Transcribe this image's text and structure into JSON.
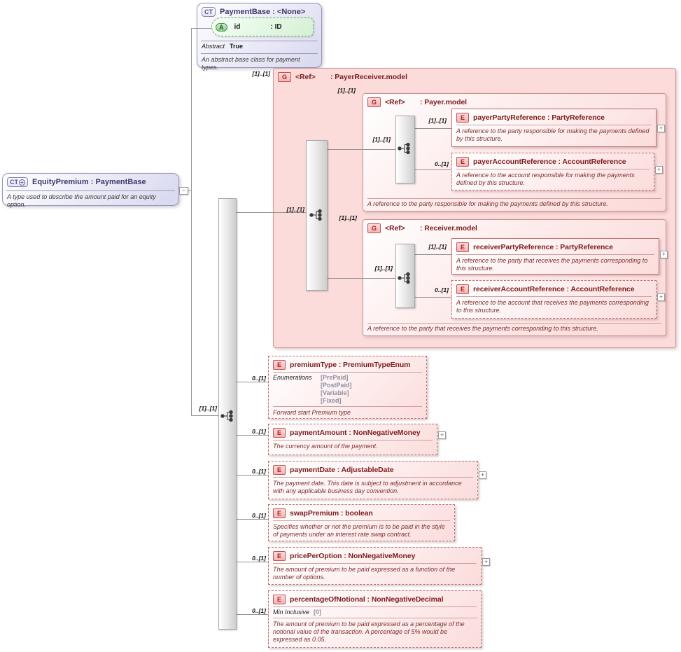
{
  "colors": {
    "type_box_border": "#9595b8",
    "type_title": "#39396b",
    "group_bg": "#fcdbdb",
    "red_border": "#c25353",
    "red_title": "#7d1d1d",
    "attr_green": "#4c8f4c",
    "bar_gray": "#cecece"
  },
  "icons": {
    "expand": "+",
    "collapse": "−"
  },
  "payment_base": {
    "badge": "CT",
    "title": "PaymentBase : <None>",
    "attribute": {
      "badge": "A",
      "name": "id",
      "type": ": ID"
    },
    "abstract_label": "Abstract",
    "abstract_value": "True",
    "description": "An abstract base class for payment types."
  },
  "equity_premium": {
    "badge": "CT",
    "title": "EquityPremium : PaymentBase",
    "description": "A type used to describe the amount paid for an equity option."
  },
  "sequence": {
    "cardinality": "[1]..[1]"
  },
  "groups": {
    "payer_receiver": {
      "badge": "G",
      "name": "<Ref>",
      "type": ": PayerReceiver.model",
      "cardinality": "[1]..[1]",
      "inner_cardinality": "[1]..[1]"
    },
    "payer": {
      "badge": "G",
      "name": "<Ref>",
      "type": ": Payer.model",
      "cardinality": "[1]..[1]",
      "inner_cardinality": "[1]..[1]",
      "footer": "A reference to the party responsible for making the payments defined by this structure."
    },
    "receiver": {
      "badge": "G",
      "name": "<Ref>",
      "type": ": Receiver.model",
      "cardinality": "[1]..[1]",
      "inner_cardinality": "[1]..[1]",
      "footer": "A reference to the party that receives the payments corresponding to this structure."
    }
  },
  "elements": {
    "payer_party": {
      "badge": "E",
      "name": "payerPartyReference",
      "type": ": PartyReference",
      "cardinality": "[1]..[1]",
      "description": "A reference to the party responsible for making the payments defined by this structure."
    },
    "payer_account": {
      "badge": "E",
      "name": "payerAccountReference",
      "type": ": AccountReference",
      "cardinality": "0..[1]",
      "description": "A reference to the account responsible for making the payments defined by this structure."
    },
    "receiver_party": {
      "badge": "E",
      "name": "receiverPartyReference",
      "type": ": PartyReference",
      "cardinality": "[1]..[1]",
      "description": "A reference to the party that receives the payments corresponding to this structure."
    },
    "receiver_account": {
      "badge": "E",
      "name": "receiverAccountReference",
      "type": ": AccountReference",
      "cardinality": "0..[1]",
      "description": "A reference to the account that receives the payments corresponding to this structure."
    },
    "premium_type": {
      "badge": "E",
      "name": "premiumType",
      "type": ": PremiumTypeEnum",
      "cardinality": "0..[1]",
      "facet_label": "Enumerations",
      "enums": [
        "[PrePaid]",
        "[PostPaid]",
        "[Variable]",
        "[Fixed]"
      ],
      "footer": "Forward start Premium type"
    },
    "payment_amount": {
      "badge": "E",
      "name": "paymentAmount",
      "type": ": NonNegativeMoney",
      "cardinality": "0..[1]",
      "description": "The currency amount of the payment."
    },
    "payment_date": {
      "badge": "E",
      "name": "paymentDate",
      "type": ": AdjustableDate",
      "cardinality": "0..[1]",
      "description": "The payment date. This date is subject to adjustment in accordance with any applicable business day convention."
    },
    "swap_premium": {
      "badge": "E",
      "name": "swapPremium",
      "type": ": boolean",
      "cardinality": "0..[1]",
      "description": "Specifies whether or not the premium is to be paid in the style of payments under an interest rate swap contract."
    },
    "price_per_option": {
      "badge": "E",
      "name": "pricePerOption",
      "type": ": NonNegativeMoney",
      "cardinality": "0..[1]",
      "description": "The amount of premium to be paid expressed as a function of the number of options."
    },
    "percentage_of_notional": {
      "badge": "E",
      "name": "percentageOfNotional",
      "type": ": NonNegativeDecimal",
      "cardinality": "0..[1]",
      "facet_label": "Min Inclusive",
      "facet_value": "[0]",
      "description": "The amount of premium to be paid expressed as a percentage of the notional value of the transaction. A percentage of 5% would be expressed as 0.05."
    }
  }
}
